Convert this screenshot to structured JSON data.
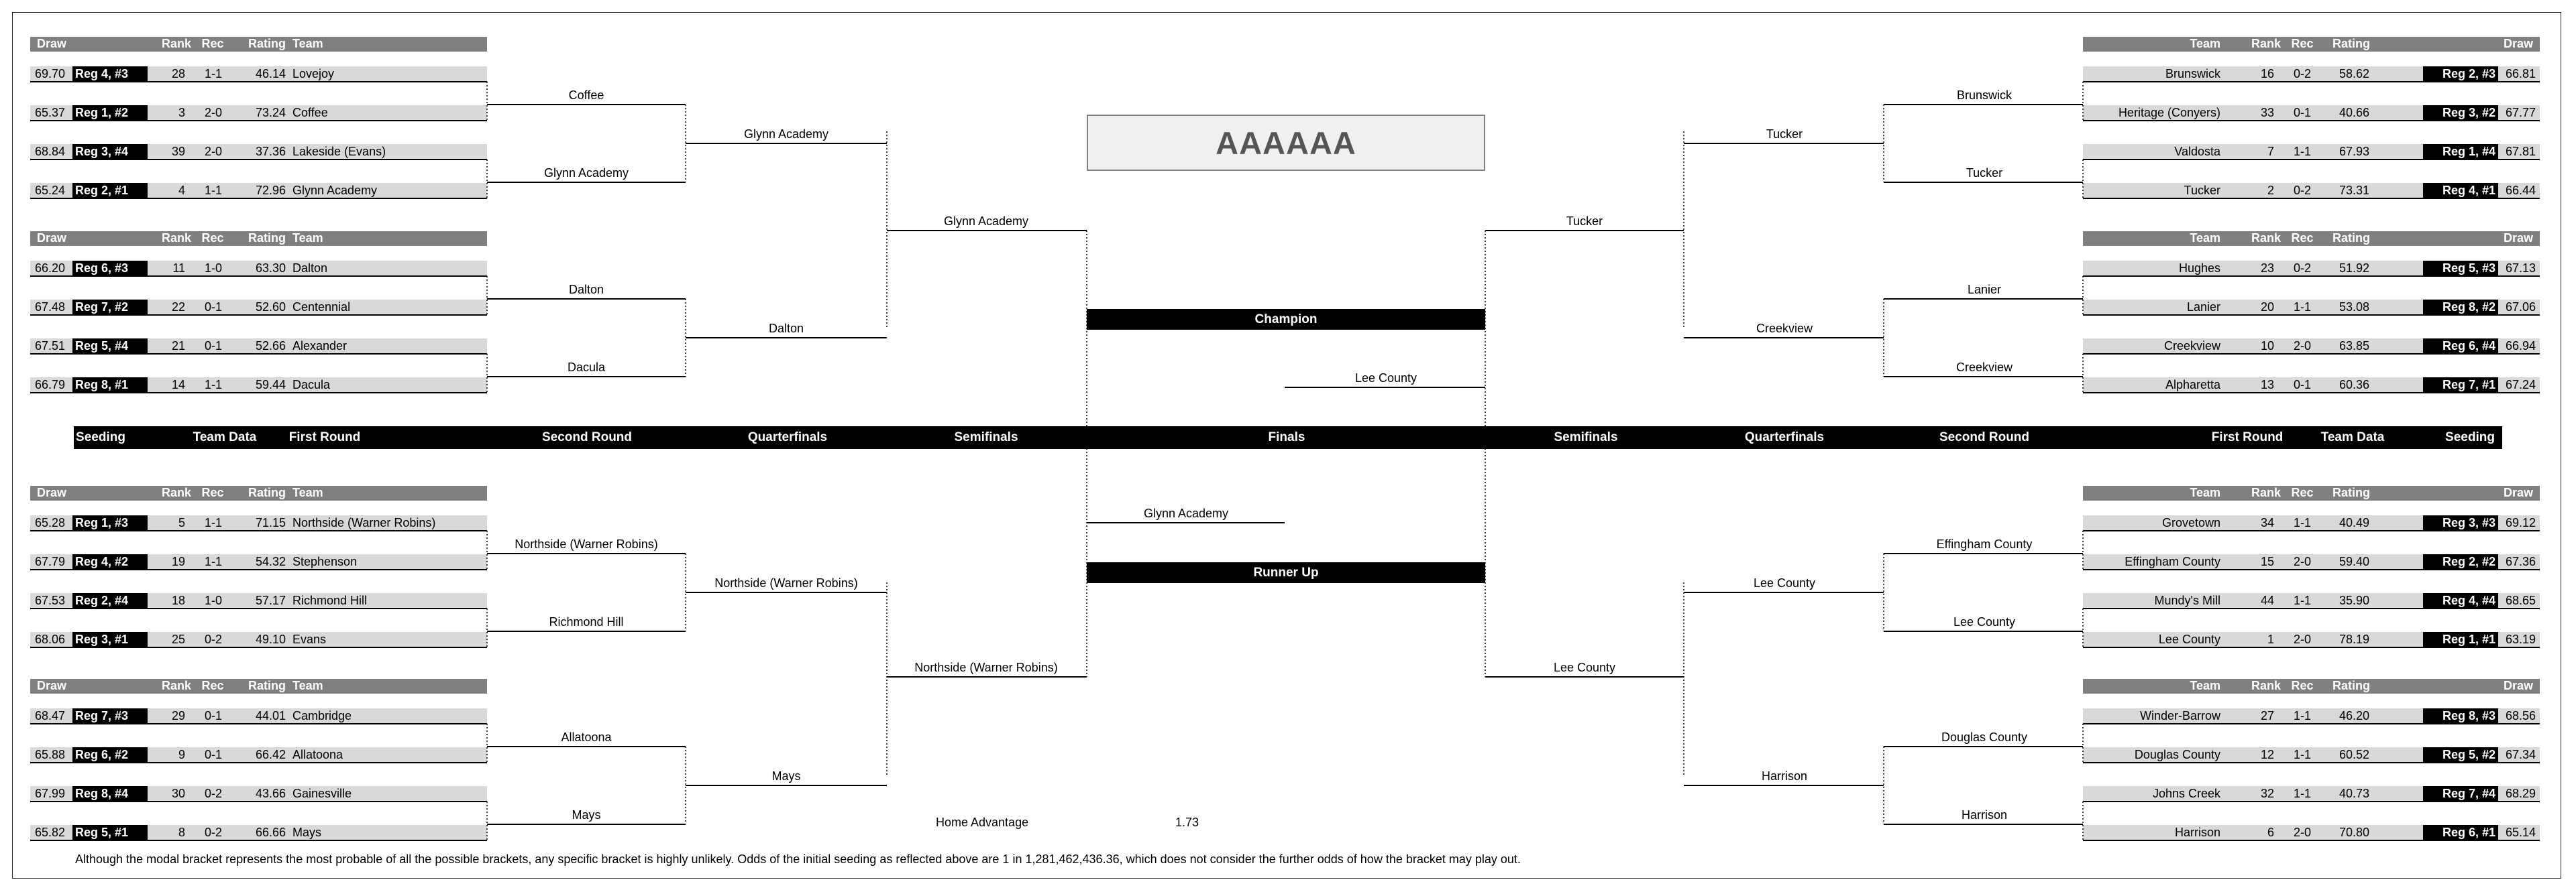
{
  "title": "AAAAAA",
  "seeding_bar": [
    "Seeding",
    "Team Data",
    "First Round",
    "Second Round",
    "Quarterfinals",
    "Semifinals",
    "Finals",
    "Semifinals",
    "Quarterfinals",
    "Second Round",
    "First Round",
    "Team Data",
    "Seeding"
  ],
  "champion_label": "Champion",
  "runner_up_label": "Runner Up",
  "headers": {
    "draw": "Draw",
    "rank": "Rank",
    "rec": "Rec",
    "rating": "Rating",
    "team": "Team"
  },
  "home_advantage": {
    "label": "Home Advantage",
    "value": "1.73"
  },
  "footnote": "Although the modal bracket represents the most probable of all the possible brackets, any specific bracket is highly unlikely.  Odds of the initial seeding as reflected above are 1 in 1,281,462,436.36, which does not consider the further odds of how the bracket may play out.",
  "groups": [
    {
      "side": "left",
      "teams": [
        {
          "draw": "69.70",
          "seed": "Reg 4, #3",
          "rank": "28",
          "rec": "1-1",
          "rating": "46.14",
          "team": "Lovejoy"
        },
        {
          "draw": "65.37",
          "seed": "Reg 1, #2",
          "rank": "3",
          "rec": "2-0",
          "rating": "73.24",
          "team": "Coffee"
        },
        {
          "draw": "68.84",
          "seed": "Reg 3, #4",
          "rank": "39",
          "rec": "2-0",
          "rating": "37.36",
          "team": "Lakeside (Evans)"
        },
        {
          "draw": "65.24",
          "seed": "Reg 2, #1",
          "rank": "4",
          "rec": "1-1",
          "rating": "72.96",
          "team": "Glynn Academy"
        }
      ],
      "r2": [
        "Coffee",
        "Glynn Academy"
      ],
      "qf": "Glynn Academy"
    },
    {
      "side": "left",
      "teams": [
        {
          "draw": "66.20",
          "seed": "Reg 6, #3",
          "rank": "11",
          "rec": "1-0",
          "rating": "63.30",
          "team": "Dalton"
        },
        {
          "draw": "67.48",
          "seed": "Reg 7, #2",
          "rank": "22",
          "rec": "0-1",
          "rating": "52.60",
          "team": "Centennial"
        },
        {
          "draw": "67.51",
          "seed": "Reg 5, #4",
          "rank": "21",
          "rec": "0-1",
          "rating": "52.66",
          "team": "Alexander"
        },
        {
          "draw": "66.79",
          "seed": "Reg 8, #1",
          "rank": "14",
          "rec": "1-1",
          "rating": "59.44",
          "team": "Dacula"
        }
      ],
      "r2": [
        "Dalton",
        "Dacula"
      ],
      "qf": "Dalton"
    },
    {
      "side": "left",
      "teams": [
        {
          "draw": "65.28",
          "seed": "Reg 1, #3",
          "rank": "5",
          "rec": "1-1",
          "rating": "71.15",
          "team": "Northside (Warner Robins)"
        },
        {
          "draw": "67.79",
          "seed": "Reg 4, #2",
          "rank": "19",
          "rec": "1-1",
          "rating": "54.32",
          "team": "Stephenson"
        },
        {
          "draw": "67.53",
          "seed": "Reg 2, #4",
          "rank": "18",
          "rec": "1-0",
          "rating": "57.17",
          "team": "Richmond Hill"
        },
        {
          "draw": "68.06",
          "seed": "Reg 3, #1",
          "rank": "25",
          "rec": "0-2",
          "rating": "49.10",
          "team": "Evans"
        }
      ],
      "r2": [
        "Northside (Warner Robins)",
        "Richmond Hill"
      ],
      "qf": "Northside (Warner Robins)"
    },
    {
      "side": "left",
      "teams": [
        {
          "draw": "68.47",
          "seed": "Reg 7, #3",
          "rank": "29",
          "rec": "0-1",
          "rating": "44.01",
          "team": "Cambridge"
        },
        {
          "draw": "65.88",
          "seed": "Reg 6, #2",
          "rank": "9",
          "rec": "0-1",
          "rating": "66.42",
          "team": "Allatoona"
        },
        {
          "draw": "67.99",
          "seed": "Reg 8, #4",
          "rank": "30",
          "rec": "0-2",
          "rating": "43.66",
          "team": "Gainesville"
        },
        {
          "draw": "65.82",
          "seed": "Reg 5, #1",
          "rank": "8",
          "rec": "0-2",
          "rating": "66.66",
          "team": "Mays"
        }
      ],
      "r2": [
        "Allatoona",
        "Mays"
      ],
      "qf": "Mays"
    },
    {
      "side": "right",
      "teams": [
        {
          "draw": "66.81",
          "seed": "Reg 2, #3",
          "rank": "16",
          "rec": "0-2",
          "rating": "58.62",
          "team": "Brunswick"
        },
        {
          "draw": "67.77",
          "seed": "Reg 3, #2",
          "rank": "33",
          "rec": "0-1",
          "rating": "40.66",
          "team": "Heritage (Conyers)"
        },
        {
          "draw": "67.81",
          "seed": "Reg 1, #4",
          "rank": "7",
          "rec": "1-1",
          "rating": "67.93",
          "team": "Valdosta"
        },
        {
          "draw": "66.44",
          "seed": "Reg 4, #1",
          "rank": "2",
          "rec": "0-2",
          "rating": "73.31",
          "team": "Tucker"
        }
      ],
      "r2": [
        "Brunswick",
        "Tucker"
      ],
      "qf": "Tucker"
    },
    {
      "side": "right",
      "teams": [
        {
          "draw": "67.13",
          "seed": "Reg 5, #3",
          "rank": "23",
          "rec": "0-2",
          "rating": "51.92",
          "team": "Hughes"
        },
        {
          "draw": "67.06",
          "seed": "Reg 8, #2",
          "rank": "20",
          "rec": "1-1",
          "rating": "53.08",
          "team": "Lanier"
        },
        {
          "draw": "66.94",
          "seed": "Reg 6, #4",
          "rank": "10",
          "rec": "2-0",
          "rating": "63.85",
          "team": "Creekview"
        },
        {
          "draw": "67.24",
          "seed": "Reg 7, #1",
          "rank": "13",
          "rec": "0-1",
          "rating": "60.36",
          "team": "Alpharetta"
        }
      ],
      "r2": [
        "Lanier",
        "Creekview"
      ],
      "qf": "Creekview"
    },
    {
      "side": "right",
      "teams": [
        {
          "draw": "69.12",
          "seed": "Reg 3, #3",
          "rank": "34",
          "rec": "1-1",
          "rating": "40.49",
          "team": "Grovetown"
        },
        {
          "draw": "67.36",
          "seed": "Reg 2, #2",
          "rank": "15",
          "rec": "2-0",
          "rating": "59.40",
          "team": "Effingham County"
        },
        {
          "draw": "68.65",
          "seed": "Reg 4, #4",
          "rank": "44",
          "rec": "1-1",
          "rating": "35.90",
          "team": "Mundy's Mill"
        },
        {
          "draw": "63.19",
          "seed": "Reg 1, #1",
          "rank": "1",
          "rec": "2-0",
          "rating": "78.19",
          "team": "Lee County"
        }
      ],
      "r2": [
        "Effingham County",
        "Lee County"
      ],
      "qf": "Lee County"
    },
    {
      "side": "right",
      "teams": [
        {
          "draw": "68.56",
          "seed": "Reg 8, #3",
          "rank": "27",
          "rec": "1-1",
          "rating": "46.20",
          "team": "Winder-Barrow"
        },
        {
          "draw": "67.34",
          "seed": "Reg 5, #2",
          "rank": "12",
          "rec": "1-1",
          "rating": "60.52",
          "team": "Douglas County"
        },
        {
          "draw": "68.29",
          "seed": "Reg 7, #4",
          "rank": "32",
          "rec": "1-1",
          "rating": "40.73",
          "team": "Johns Creek"
        },
        {
          "draw": "65.14",
          "seed": "Reg 6, #1",
          "rank": "6",
          "rec": "2-0",
          "rating": "70.80",
          "team": "Harrison"
        }
      ],
      "r2": [
        "Douglas County",
        "Harrison"
      ],
      "qf": "Harrison"
    }
  ],
  "semis": {
    "left_top": "Glynn Academy",
    "left_bottom": "Northside (Warner Robins)",
    "right_top": "Tucker",
    "right_bottom": "Lee County"
  },
  "finals": {
    "left": "Glynn Academy",
    "right": "Lee County"
  }
}
